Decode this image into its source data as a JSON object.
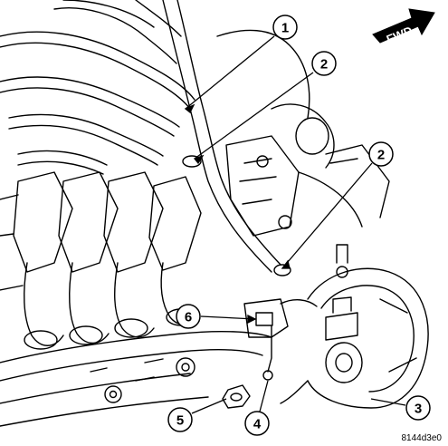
{
  "direction_badge": {
    "label": "FWD"
  },
  "image_code": "8144d3e0",
  "callouts": [
    {
      "number": "1"
    },
    {
      "number": "2"
    },
    {
      "number": "2"
    },
    {
      "number": "3"
    },
    {
      "number": "4"
    },
    {
      "number": "5"
    },
    {
      "number": "6"
    }
  ]
}
